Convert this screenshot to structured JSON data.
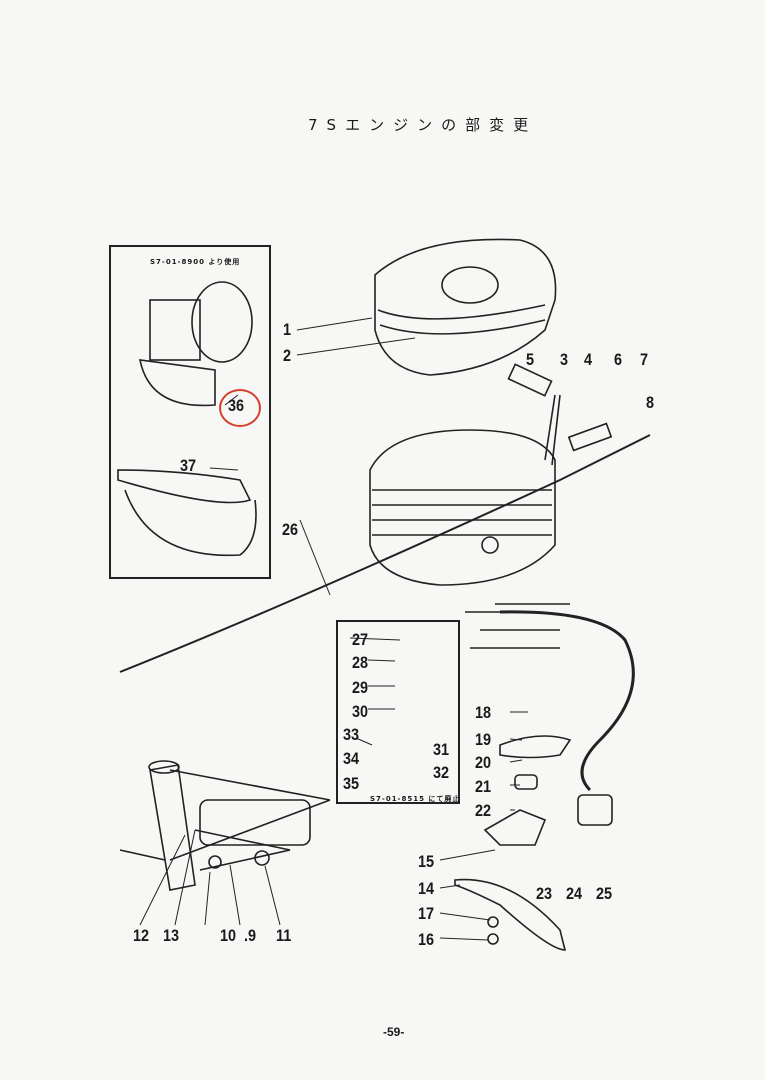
{
  "title": "7Sエンジンの部変更",
  "inset_top": {
    "note": "S7-01-8900 より使用",
    "labels": [
      "36",
      "37"
    ]
  },
  "inset_mid": {
    "note": "S7-01-8515 にて廃止",
    "labels": [
      "27",
      "28",
      "29",
      "30",
      "31",
      "32",
      "33",
      "34",
      "35"
    ]
  },
  "labels": {
    "l1": "1",
    "l2": "2",
    "l3": "3",
    "l4": "4",
    "l5": "5",
    "l6": "6",
    "l7": "7",
    "l8": "8",
    "l9": ".9",
    "l10": "10",
    "l11": "11",
    "l12": "12",
    "l13": "13",
    "l14": "14",
    "l15": "15",
    "l16": "16",
    "l17": "17",
    "l18": "18",
    "l19": "19",
    "l20": "20",
    "l21": "21",
    "l22": "22",
    "l23": "23",
    "l24": "24",
    "l25": "25",
    "l26": "26"
  },
  "highlight_color": "#d0402a",
  "page_number": "-59-"
}
